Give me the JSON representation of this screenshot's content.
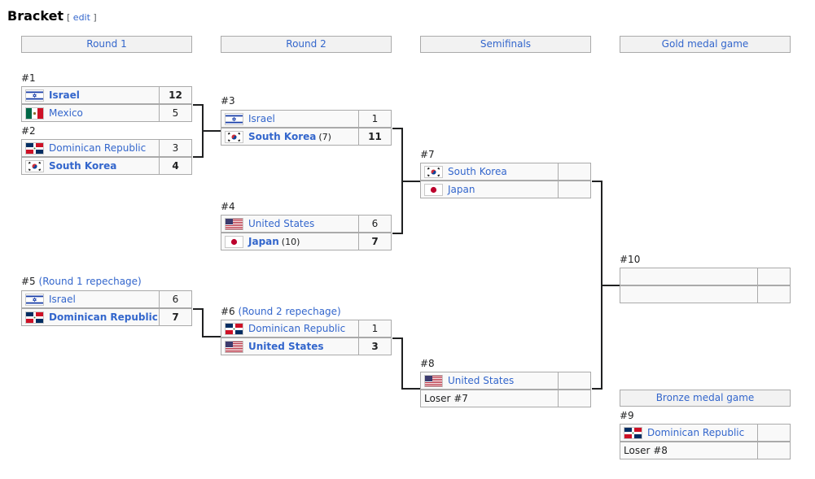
{
  "heading": "Bracket",
  "edit": {
    "open": "[",
    "label": "edit",
    "close": "]"
  },
  "rounds": [
    "Round 1",
    "Round 2",
    "Semifinals",
    "Gold medal game"
  ],
  "bronze_header": "Bronze medal game",
  "matches": {
    "m1": {
      "label": "#1",
      "team1": {
        "name": "Israel",
        "flag": "israel",
        "score": "12",
        "winner": true
      },
      "team2": {
        "name": "Mexico",
        "flag": "mexico",
        "score": "5",
        "winner": false
      }
    },
    "m2": {
      "label": "#2",
      "team1": {
        "name": "Dominican Republic",
        "flag": "dominican-republic",
        "score": "3",
        "winner": false
      },
      "team2": {
        "name": "South Korea",
        "flag": "south-korea",
        "score": "4",
        "winner": true
      }
    },
    "m3": {
      "label": "#3",
      "team1": {
        "name": "Israel",
        "flag": "israel",
        "score": "1",
        "winner": false
      },
      "team2": {
        "name": "South Korea",
        "seed": "(7)",
        "flag": "south-korea",
        "score": "11",
        "winner": true
      }
    },
    "m4": {
      "label": "#4",
      "team1": {
        "name": "United States",
        "flag": "united-states",
        "score": "6",
        "winner": false
      },
      "team2": {
        "name": "Japan",
        "seed": "(10)",
        "flag": "japan",
        "score": "7",
        "winner": true
      }
    },
    "m5": {
      "label": "#5",
      "label_link": "(Round 1 repechage)",
      "team1": {
        "name": "Israel",
        "flag": "israel",
        "score": "6",
        "winner": false
      },
      "team2": {
        "name": "Dominican Republic",
        "flag": "dominican-republic",
        "score": "7",
        "winner": true
      }
    },
    "m6": {
      "label": "#6",
      "label_link": "(Round 2 repechage)",
      "team1": {
        "name": "Dominican Republic",
        "flag": "dominican-republic",
        "score": "1",
        "winner": false
      },
      "team2": {
        "name": "United States",
        "flag": "united-states",
        "score": "3",
        "winner": true
      }
    },
    "m7": {
      "label": "#7",
      "team1": {
        "name": "South Korea",
        "flag": "south-korea",
        "score": ""
      },
      "team2": {
        "name": "Japan",
        "flag": "japan",
        "score": ""
      }
    },
    "m8": {
      "label": "#8",
      "team1": {
        "name": "United States",
        "flag": "united-states",
        "score": ""
      },
      "team2": {
        "text": "Loser #7",
        "score": ""
      }
    },
    "m9": {
      "label": "#9",
      "team1": {
        "name": "Dominican Republic",
        "flag": "dominican-republic",
        "score": ""
      },
      "team2": {
        "text": "Loser #8",
        "score": ""
      }
    },
    "m10": {
      "label": "#10",
      "team1": {
        "text": "",
        "score": ""
      },
      "team2": {
        "text": "",
        "score": ""
      }
    }
  },
  "colors": {
    "link": "#3366cc",
    "border": "#aaaaaa",
    "cell_bg": "#f9f9f9",
    "header_bg": "#f2f2f2",
    "connector": "#202122"
  }
}
